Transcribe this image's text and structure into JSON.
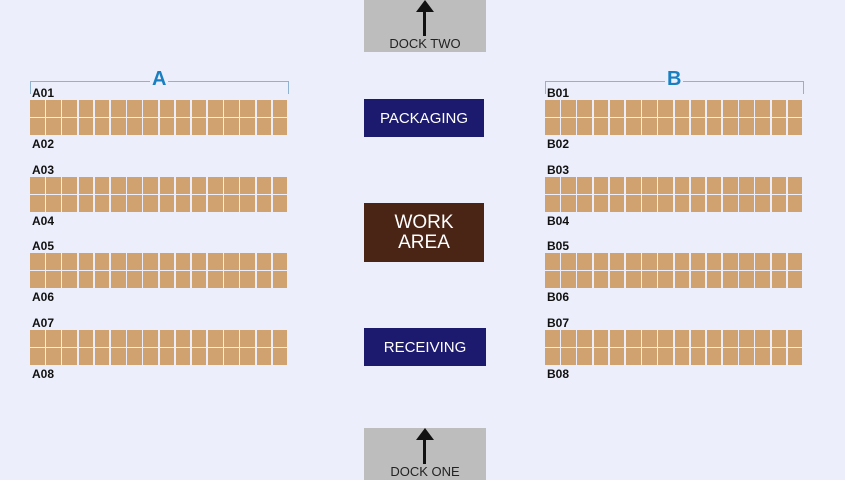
{
  "docks": {
    "top": "DOCK TWO",
    "bottom": "DOCK ONE"
  },
  "zones": {
    "packaging": "PACKAGING",
    "work_area_line1": "WORK",
    "work_area_line2": "AREA",
    "receiving": "RECEIVING"
  },
  "zone_colors": {
    "packaging": "#1c1a6e",
    "work_area": "#4a2414",
    "receiving": "#1c1a6e"
  },
  "aisles": [
    {
      "name": "A",
      "labels": [
        "A01",
        "A02",
        "A03",
        "A04",
        "A05",
        "A06",
        "A07",
        "A08"
      ]
    },
    {
      "name": "B",
      "labels": [
        "B01",
        "B02",
        "B03",
        "B04",
        "B05",
        "B06",
        "B07",
        "B08"
      ]
    }
  ],
  "bins_per_row": 16,
  "rows_per_rack": 2
}
